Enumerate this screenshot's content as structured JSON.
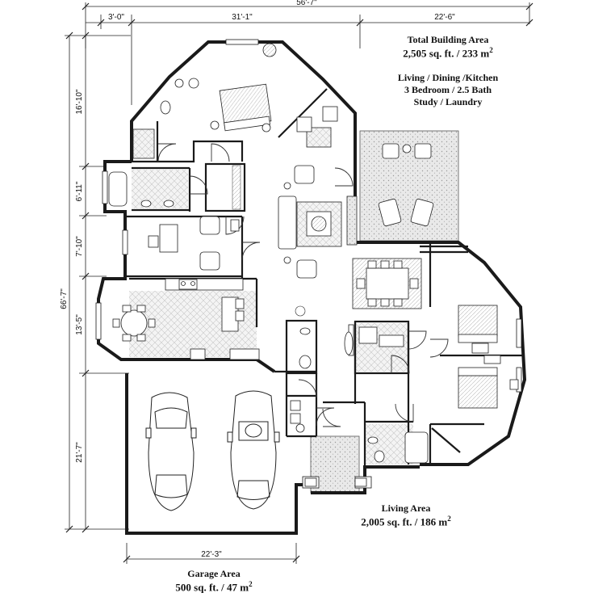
{
  "dimensions": {
    "overall_width": "56'-7\"",
    "top_segments": [
      "3'-0\"",
      "31'-1\"",
      "22'-6\""
    ],
    "left_segments": [
      "16'-10\"",
      "6'-11\"",
      "7'-10\"",
      "13'-5\"",
      "21'-7\""
    ],
    "overall_depth": "66'-7\"",
    "garage_width": "22'-3\""
  },
  "summary": {
    "total_title": "Total Building Area",
    "total_area": "2,505 sq. ft. / 233 m",
    "total_sup": "2",
    "line1": "Living / Dining /Kitchen",
    "line2": "3  Bedroom / 2.5  Bath",
    "line3": "Study / Laundry"
  },
  "living": {
    "title": "Living Area",
    "area": "2,005 sq. ft. / 186 m",
    "sup": "2"
  },
  "garage": {
    "title": "Garage Area",
    "area": "500 sq. ft. / 47 m",
    "sup": "2"
  },
  "colors": {
    "wall": "#1a1a1a",
    "patio": "#e6e6e6",
    "floor_tile": "#f2f2f2"
  }
}
